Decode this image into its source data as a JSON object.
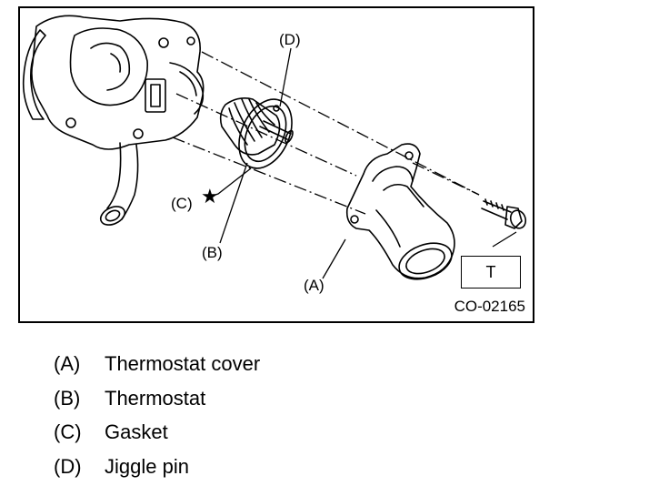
{
  "figure": {
    "code": "CO-02165",
    "torque_box": "T",
    "callouts": {
      "a": "(A)",
      "b": "(B)",
      "c": "(C)",
      "c_symbol": "★",
      "d": "(D)"
    }
  },
  "legend": [
    {
      "key": "(A)",
      "label": "Thermostat cover"
    },
    {
      "key": "(B)",
      "label": "Thermostat"
    },
    {
      "key": "(C)",
      "label": "Gasket"
    },
    {
      "key": "(D)",
      "label": "Jiggle pin"
    }
  ]
}
